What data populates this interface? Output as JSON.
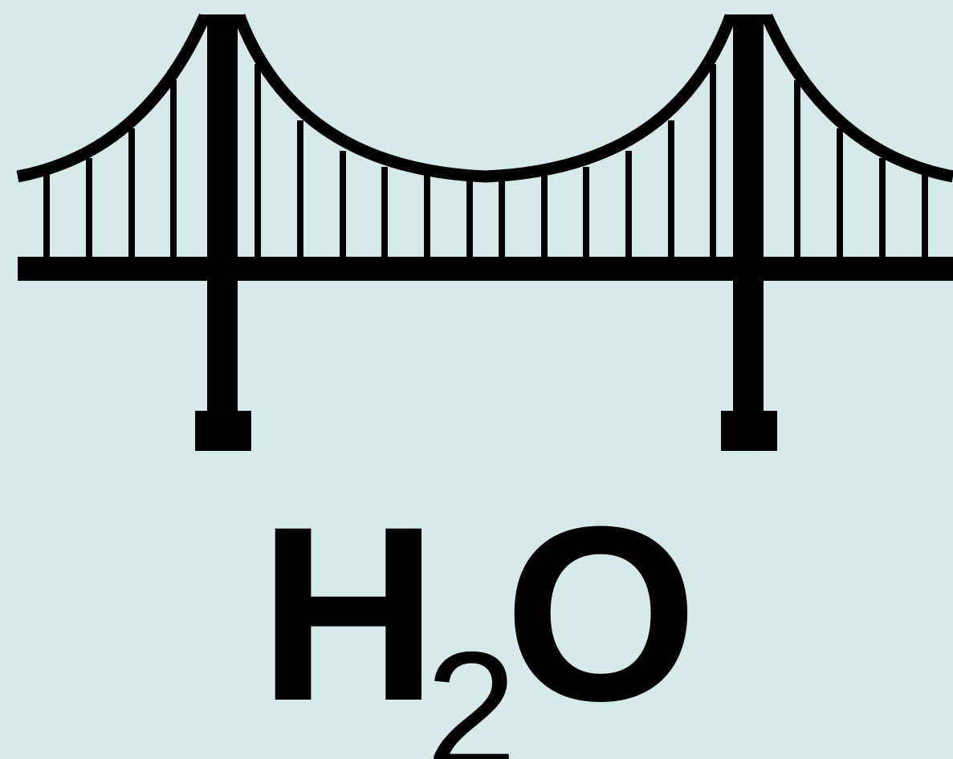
{
  "colors": {
    "background": "#d5eae9",
    "ink": "#000000"
  },
  "illustration": {
    "icon": "suspension-bridge-icon"
  },
  "formula": {
    "element_1": "H",
    "subscript": "2",
    "element_2": "O"
  }
}
